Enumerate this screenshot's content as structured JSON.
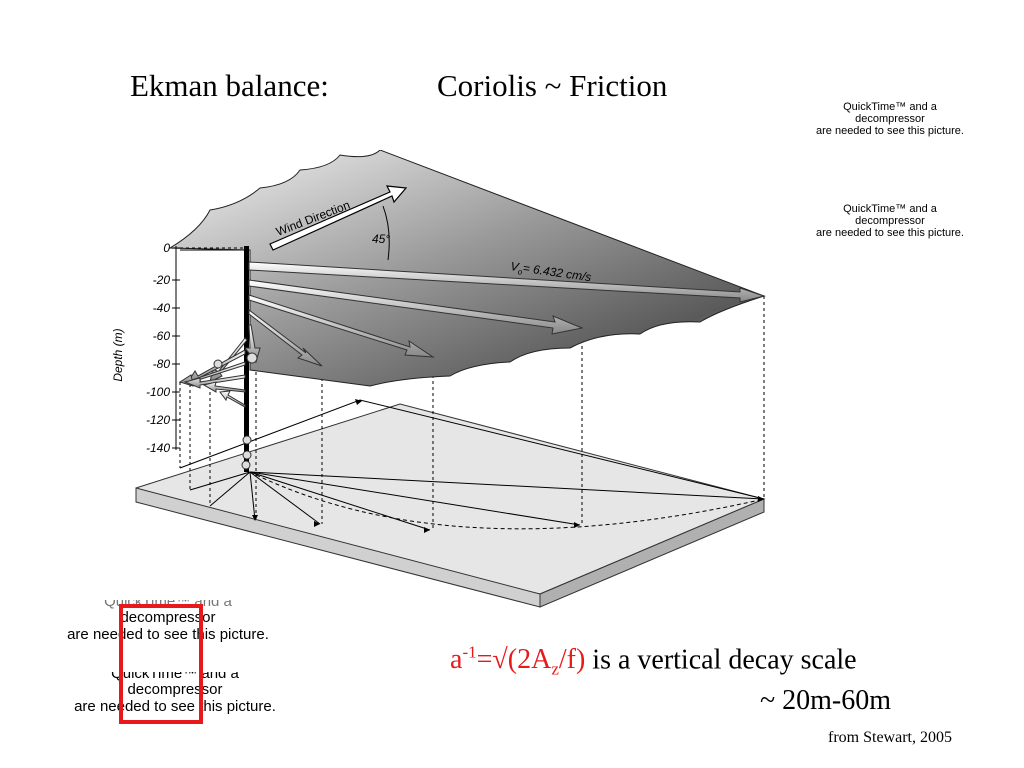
{
  "title": {
    "left": "Ekman balance:",
    "right": "Coriolis ~ Friction"
  },
  "quicktime_notice": {
    "line1": "QuickTime™ and a",
    "line2": "decompressor",
    "line3": "are needed to see this picture."
  },
  "diagram": {
    "wind_label": "Wind Direction",
    "angle_label": "45°",
    "velocity_label": "V",
    "velocity_sub": "o",
    "velocity_value": "= 6.432 cm/s",
    "axis_label": "Depth (m)",
    "depth_ticks": [
      "0",
      "-20",
      "-40",
      "-60",
      "-80",
      "-100",
      "-120",
      "-140"
    ],
    "depths": [
      0,
      -20,
      -40,
      -60,
      -80,
      -100,
      -120,
      -140
    ]
  },
  "formula": {
    "prefix": "a",
    "sup": "-1",
    "middle": "=√(2A",
    "sub": "z",
    "end": "/f)",
    "rest": " is a vertical decay scale",
    "range": "~ 20m-60m"
  },
  "source": "from Stewart, 2005",
  "colors": {
    "highlight_red": "#e8191b",
    "formula_red": "#e8191b"
  }
}
